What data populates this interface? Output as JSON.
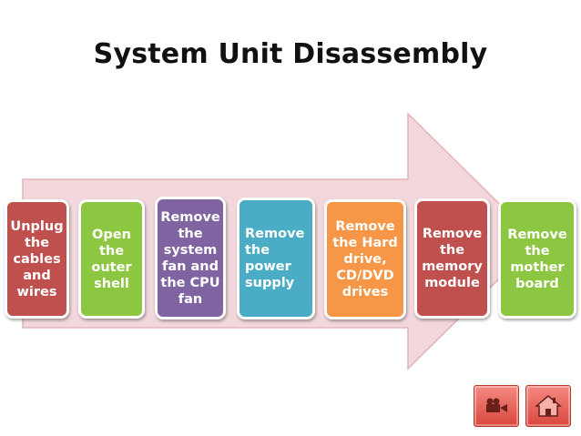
{
  "title": "System Unit Disassembly",
  "colors": {
    "arrow": "#f2d8dc",
    "arrow_border": "#e2b3b9",
    "red": "#c0504d",
    "green": "#8dc640",
    "purple": "#8064a2",
    "teal": "#4bacc6",
    "orange": "#f79646",
    "nav_button": "#e0584e"
  },
  "steps": [
    {
      "text": "Unplug\nthe\ncables\nand\nwires",
      "color": "#c0504d"
    },
    {
      "text": "Open\nthe\nouter\nshell",
      "color": "#8dc640"
    },
    {
      "text": "Remove\nthe\nsystem\nfan and\nthe CPU\nfan",
      "color": "#8064a2"
    },
    {
      "text": "Remove\nthe\npower\nsupply",
      "color": "#4bacc6"
    },
    {
      "text": "Remove\nthe Hard\ndrive,\nCD/DVD\ndrives",
      "color": "#f79646"
    },
    {
      "text": "Remove\nthe\nmemory\nmodule",
      "color": "#c0504d"
    },
    {
      "text": "Remove\nthe\nmother\nboard",
      "color": "#8dc640"
    }
  ],
  "nav": {
    "movie_icon": "movie-camera-icon",
    "home_icon": "home-icon"
  }
}
